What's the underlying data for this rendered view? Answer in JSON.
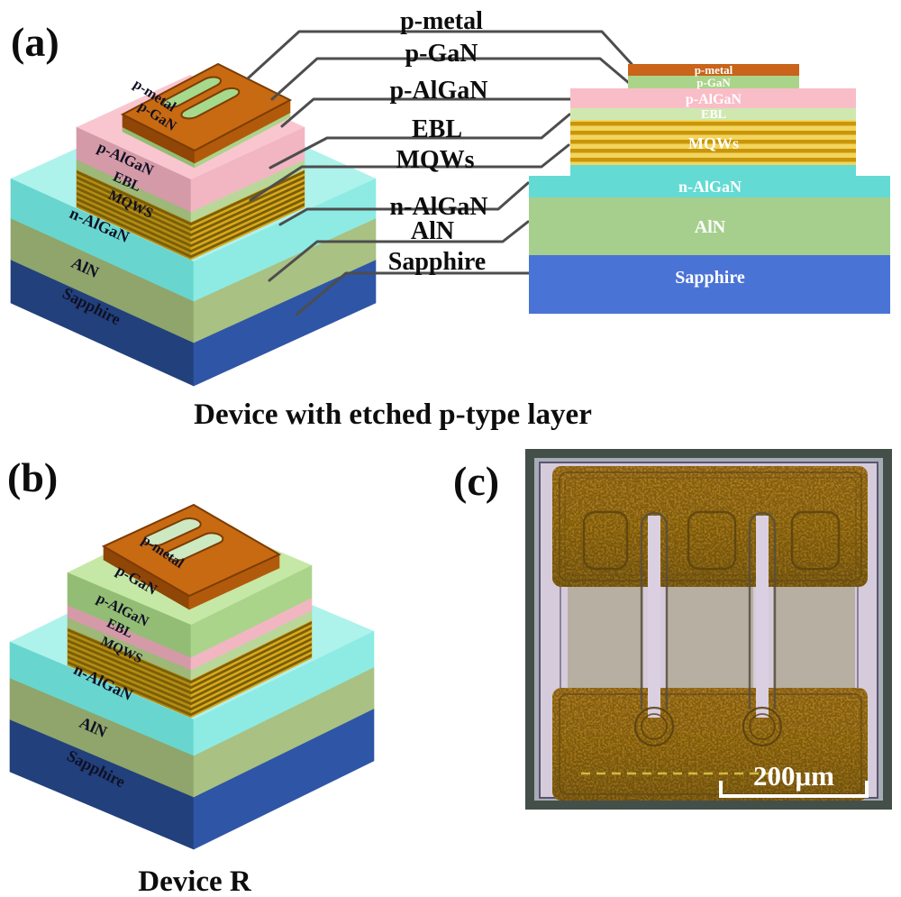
{
  "figure": {
    "background": "#ffffff"
  },
  "leader_line_color": "#4d4d4d",
  "palette3d": {
    "sapphire": {
      "left": "#21407c",
      "right": "#2f55a6"
    },
    "aln": {
      "left": "#8fa56b",
      "right": "#a9c183",
      "top": "#bdd795"
    },
    "n_algan": {
      "left": "#68d6cf",
      "right": "#8debe4",
      "top": "#aef2ec"
    },
    "mqws": {
      "left": "#b38d12",
      "right": "#d9a91b",
      "stripe": "#7a5e08"
    },
    "ebl": {
      "left": "#9db878",
      "right": "#bad79a",
      "top": "#cde8ab"
    },
    "p_algan": {
      "left": "#d49aa8",
      "right": "#f2b6c2",
      "top": "#f9c6d0"
    },
    "p_gan": {
      "left": "#93bd74",
      "right": "#abd48b",
      "top": "#c6e8a6"
    },
    "p_metal": {
      "left": "#8f4606",
      "right": "#b25a0b",
      "top": "#c86a12",
      "rim": "#7c3c04"
    }
  },
  "panel_a": {
    "tag": "(a)",
    "caption": "Device with etched p-type layer",
    "center_labels": [
      "p-metal",
      "p-GaN",
      "p-AlGaN",
      "EBL",
      "MQWs",
      "n-AlGaN",
      "AlN",
      "Sapphire"
    ],
    "stack": {
      "slot_color": "#a5d98c",
      "labels": {
        "p_metal": "p-metal",
        "p_gan": "p-GaN",
        "p_algan": "p-AlGaN",
        "ebl": "EBL",
        "mqws": "MQWS",
        "n_algan": "n-AlGaN",
        "aln": "AlN",
        "sapphire": "Sapphire"
      }
    },
    "cross_section": {
      "label_color": "#ffffff",
      "layers": [
        {
          "label": "Sapphire",
          "color": "#4a73d6"
        },
        {
          "label": "AlN",
          "color": "#a6cf8d"
        },
        {
          "label": "n-AlGaN",
          "color": "#63dbd4"
        },
        {
          "label": "MQWs",
          "color": "#f3d45c",
          "stripe": "#c8960a"
        },
        {
          "label": "EBL",
          "color": "#cfe8b0"
        },
        {
          "label": "p-AlGaN",
          "color": "#f9bdc7"
        },
        {
          "label": "p-GaN",
          "color": "#a9d489"
        },
        {
          "label": "p-metal",
          "color": "#c9641a"
        }
      ]
    }
  },
  "panel_b": {
    "tag": "(b)",
    "caption": "Device R",
    "stack": {
      "slot_color": "#cde9c2",
      "labels": {
        "p_metal": "p-metal",
        "p_gan": "p-GaN",
        "p_algan": "p-AlGaN",
        "ebl": "EBL",
        "mqws": "MQWS",
        "n_algan": "n-AlGaN",
        "aln": "AlN",
        "sapphire": "Sapphire"
      }
    }
  },
  "panel_c": {
    "tag": "(c)",
    "scale_label": "200μm"
  }
}
